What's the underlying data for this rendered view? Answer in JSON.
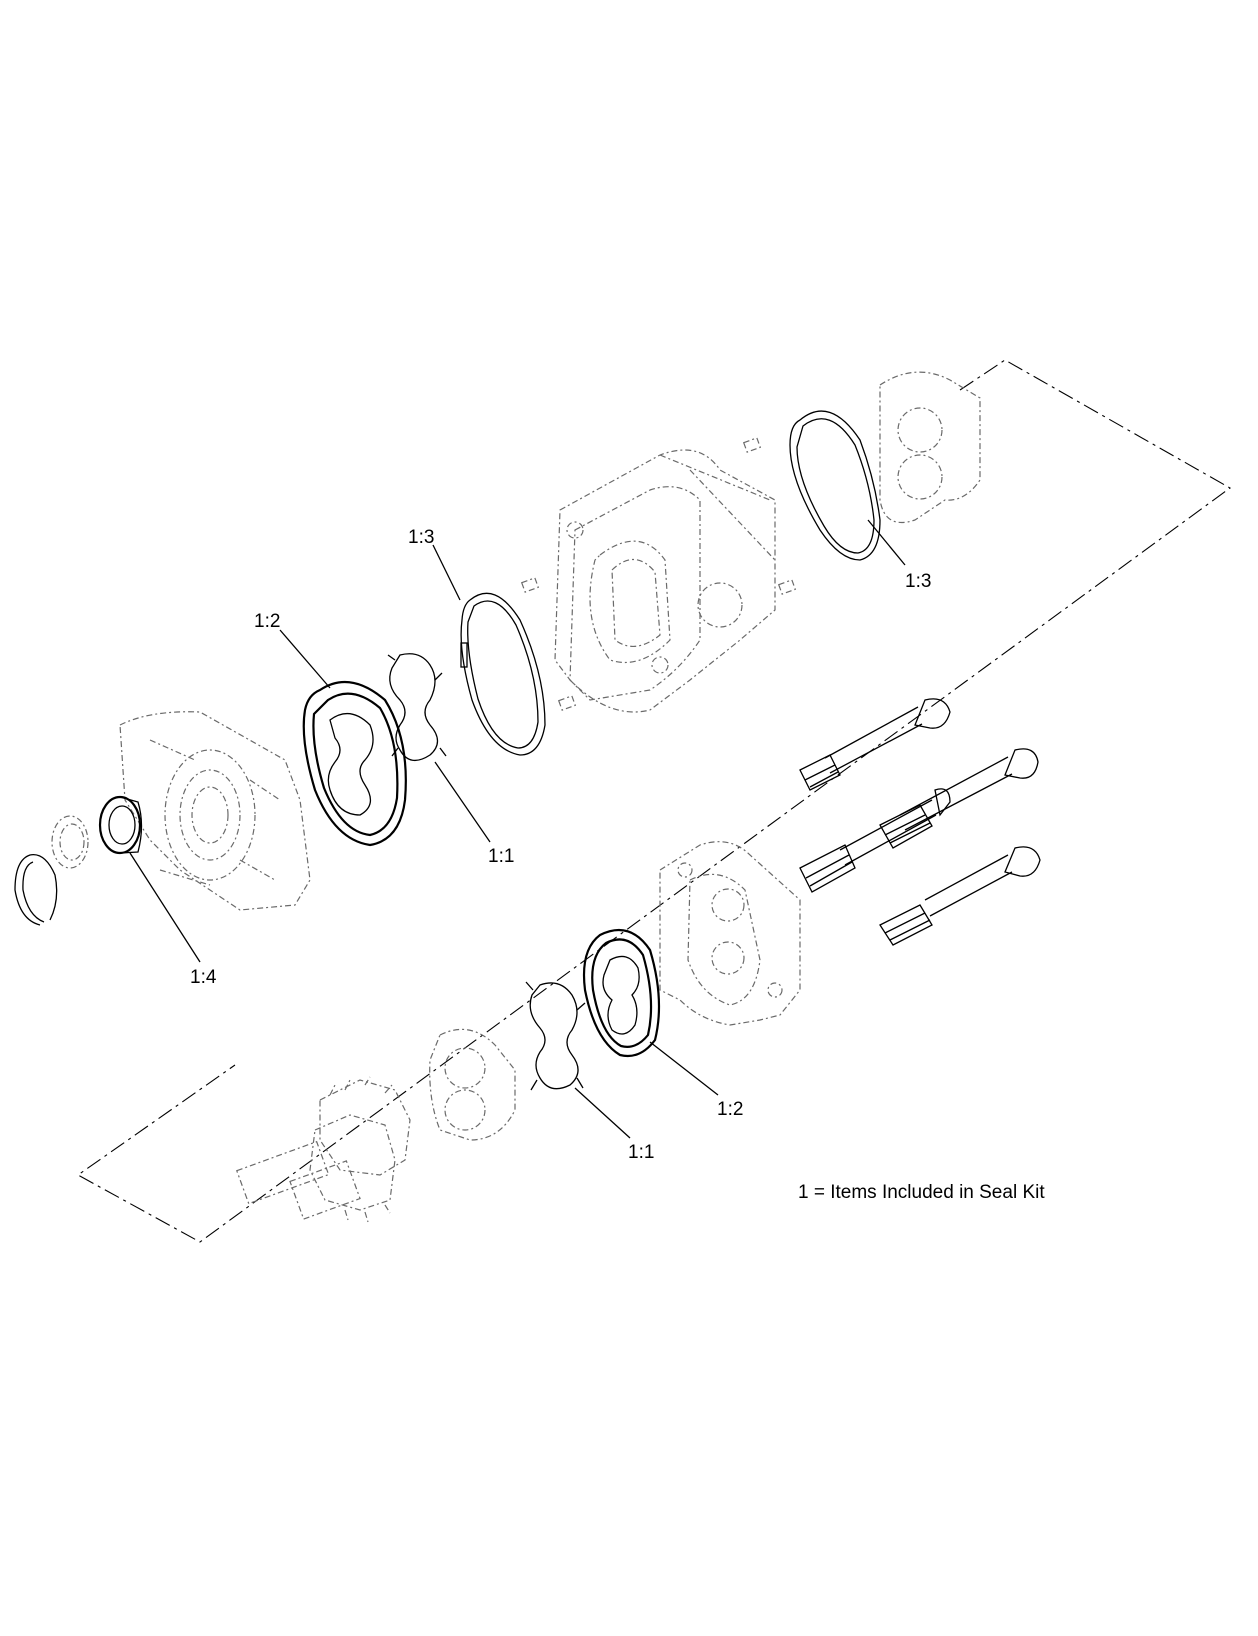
{
  "callouts": {
    "c13_top": "1:3",
    "c13_right": "1:3",
    "c12_upper": "1:2",
    "c11_upper": "1:1",
    "c14": "1:4",
    "c12_lower": "1:2",
    "c11_lower": "1:1"
  },
  "legend": {
    "note": "1 = Items Included in Seal Kit"
  }
}
